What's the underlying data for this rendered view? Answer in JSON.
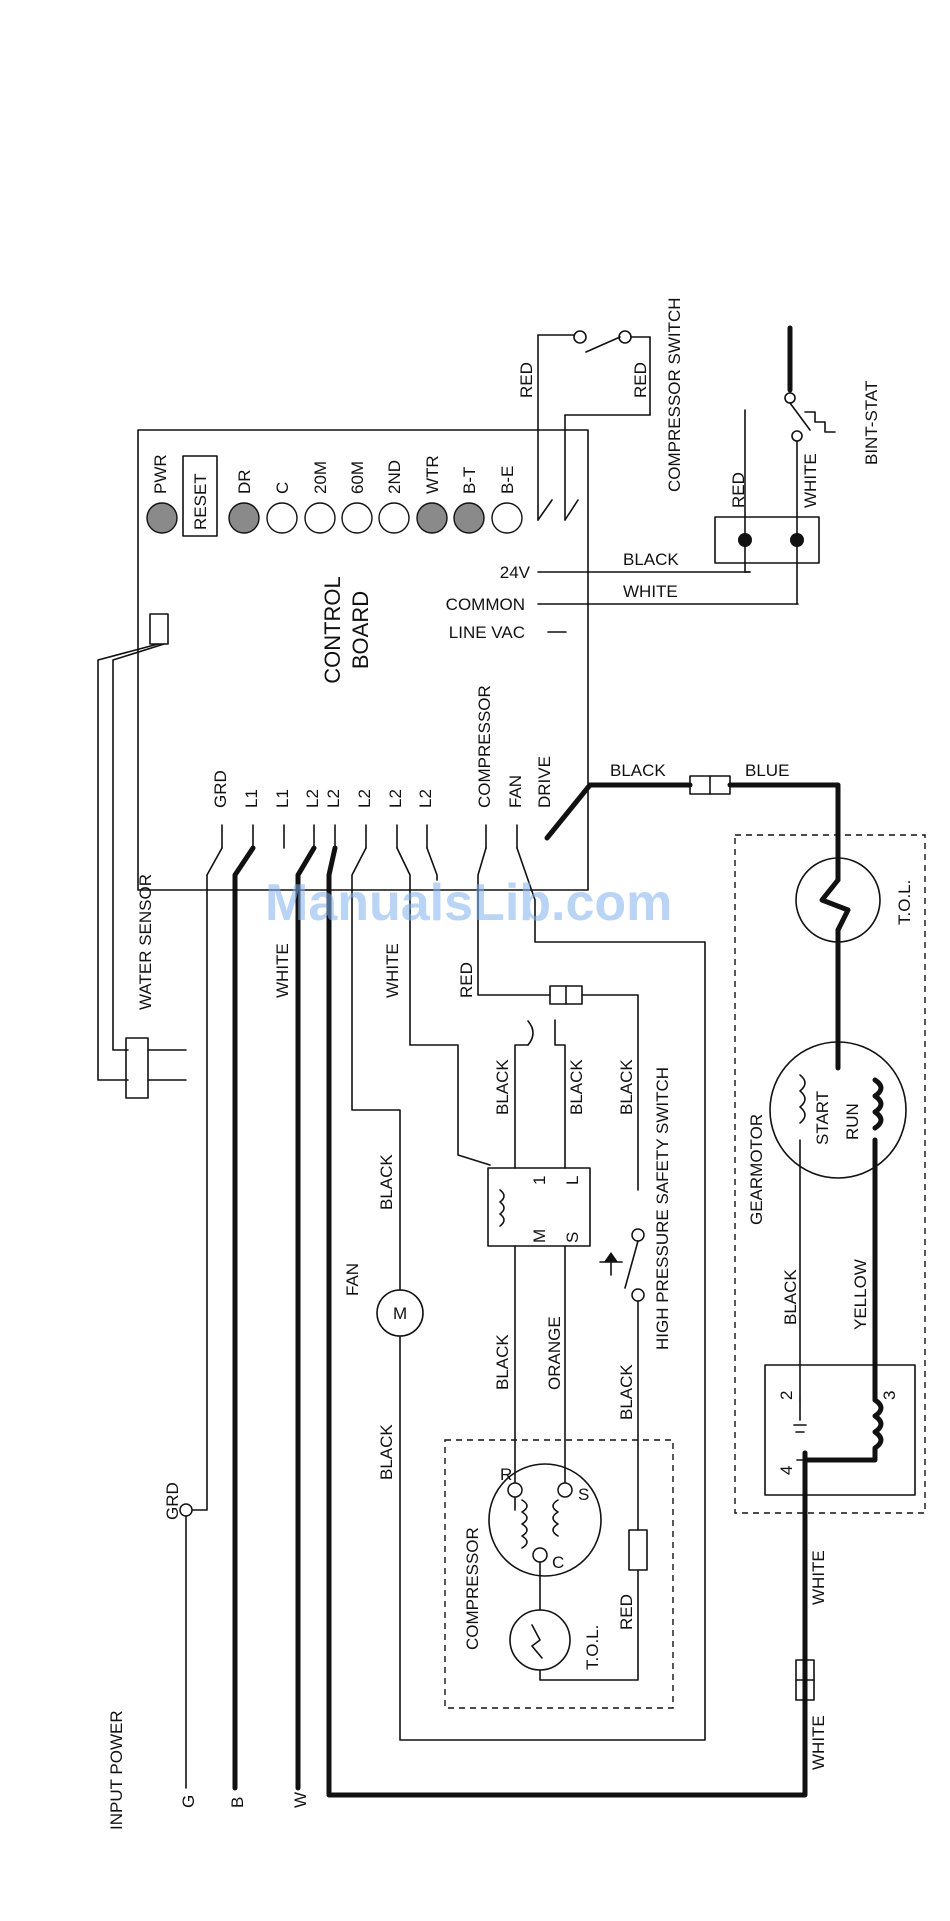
{
  "watermark": "ManualsLib.com",
  "control_board": {
    "title_line1": "CONTROL",
    "title_line2": "BOARD",
    "leds": [
      "PWR",
      "DR",
      "C",
      "20M",
      "60M",
      "2ND",
      "WTR",
      "B-T",
      "B-E"
    ],
    "reset_button": "RESET",
    "terminals_left": [
      "GRD",
      "L1",
      "L1",
      "L2",
      "L2",
      "L2",
      "L2",
      "L2"
    ],
    "terminals_right": [
      "COMPRESSOR",
      "FAN",
      "DRIVE"
    ],
    "terminals_top": [
      "24V",
      "COMMON",
      "LINE VAC"
    ]
  },
  "components": {
    "water_sensor": "WATER SENSOR",
    "compressor_switch": "COMPRESSOR SWITCH",
    "bin_stat": "BINT-STAT",
    "fan": "FAN",
    "fan_motor": "M",
    "compressor": "COMPRESSOR",
    "compressor_tol": "T.O.L.",
    "compressor_pins": [
      "R",
      "S",
      "C"
    ],
    "relay_pins": [
      "M",
      "1",
      "S",
      "L"
    ],
    "high_pressure_switch": "HIGH PRESSURE SAFETY SWITCH",
    "gearmotor": "GEARMOTOR",
    "gearmotor_start": "START",
    "gearmotor_run": "RUN",
    "gearmotor_tol": "T.O.L.",
    "capacitor_pins": [
      "2",
      "3",
      "4"
    ],
    "input_power": "INPUT POWER",
    "input_terminals": [
      "G",
      "B",
      "W"
    ],
    "ground": "GRD"
  },
  "wire_labels": {
    "red_1": "RED",
    "red_2": "RED",
    "red_3": "RED",
    "white_sw": "WHITE",
    "black_24v": "BLACK",
    "white_common": "WHITE",
    "black_drive": "BLACK",
    "blue": "BLUE",
    "white_l2a": "WHITE",
    "white_l2b": "WHITE",
    "red_comp": "RED",
    "black_a": "BLACK",
    "black_b": "BLACK",
    "black_c": "BLACK",
    "black_fan": "BLACK",
    "black_fan2": "BLACK",
    "black_m": "BLACK",
    "orange": "ORANGE",
    "black_hp": "BLACK",
    "red_tol": "RED",
    "black_cap": "BLACK",
    "yellow": "YELLOW",
    "white_in1": "WHITE",
    "white_in2": "WHITE"
  }
}
